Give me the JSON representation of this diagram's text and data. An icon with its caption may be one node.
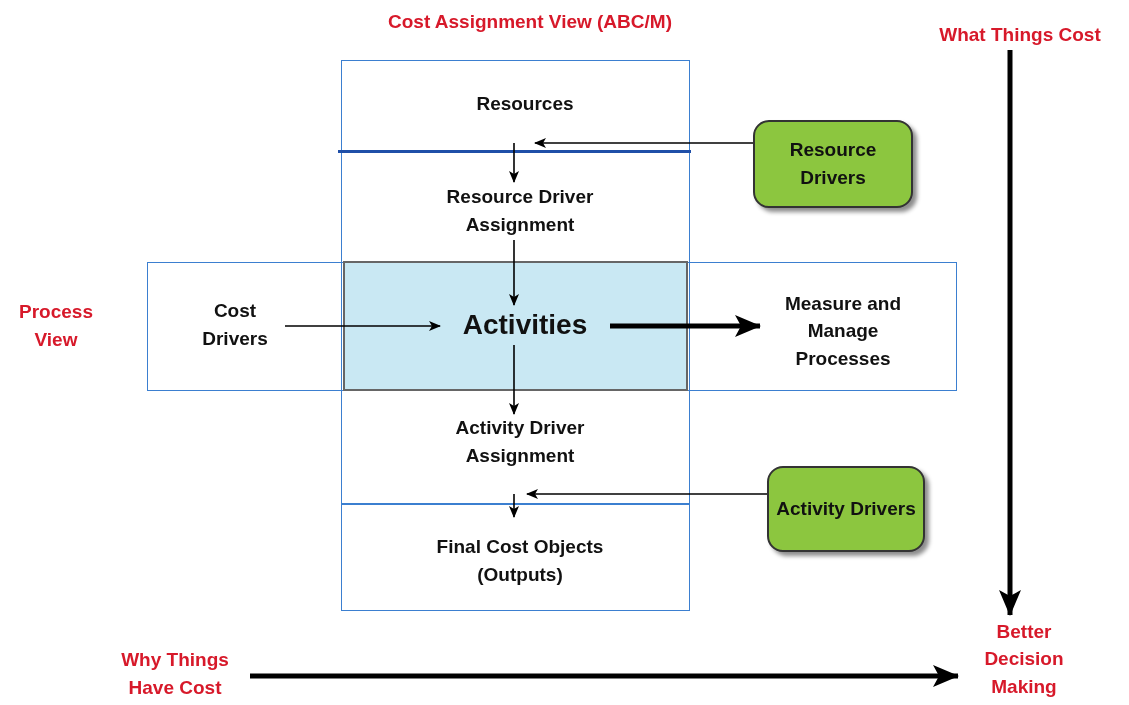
{
  "diagram": {
    "nodes": [
      {
        "text": [
          "Resources"
        ]
      },
      {
        "text": [
          "Resource Driver Assignment"
        ]
      },
      {
        "text": [
          "Activities"
        ]
      },
      {
        "text": [
          "Activity Driver Assignment"
        ]
      },
      {
        "text": [
          "Final Cost Objects (Outputs)"
        ]
      },
      {
        "text": [
          "Cost Drivers"
        ]
      },
      {
        "text": [
          "Measure and Manage Processes"
        ]
      },
      {
        "text": [
          "Resource Drivers"
        ]
      },
      {
        "text": [
          "Activity Drivers"
        ]
      },
      {
        "text": [
          "What Things Cost"
        ]
      },
      {
        "text": [
          "Better Decision Making"
        ]
      },
      {
        "text": [
          "Why Things Have Cost"
        ]
      }
    ],
    "edges": [
      {
        "from": 0,
        "to": 1,
        "arrow": "to"
      },
      {
        "from": 1,
        "to": 2,
        "arrow": "to"
      },
      {
        "from": 2,
        "to": 3,
        "arrow": "to"
      },
      {
        "from": 3,
        "to": 4,
        "arrow": "to"
      },
      {
        "from": 5,
        "to": 2,
        "arrow": "to"
      },
      {
        "from": 2,
        "to": 6,
        "arrow": "to",
        "style": "thick"
      },
      {
        "from": 7,
        "to": 0,
        "arrow": "to"
      },
      {
        "from": 8,
        "to": 3,
        "arrow": "to"
      },
      {
        "from": 9,
        "to": 10,
        "arrow": "to",
        "style": "thick"
      },
      {
        "from": 11,
        "to": 10,
        "arrow": "to",
        "style": "thick"
      }
    ],
    "labels": [
      "Cost Assignment View (ABC/M)",
      "Process View"
    ]
  }
}
